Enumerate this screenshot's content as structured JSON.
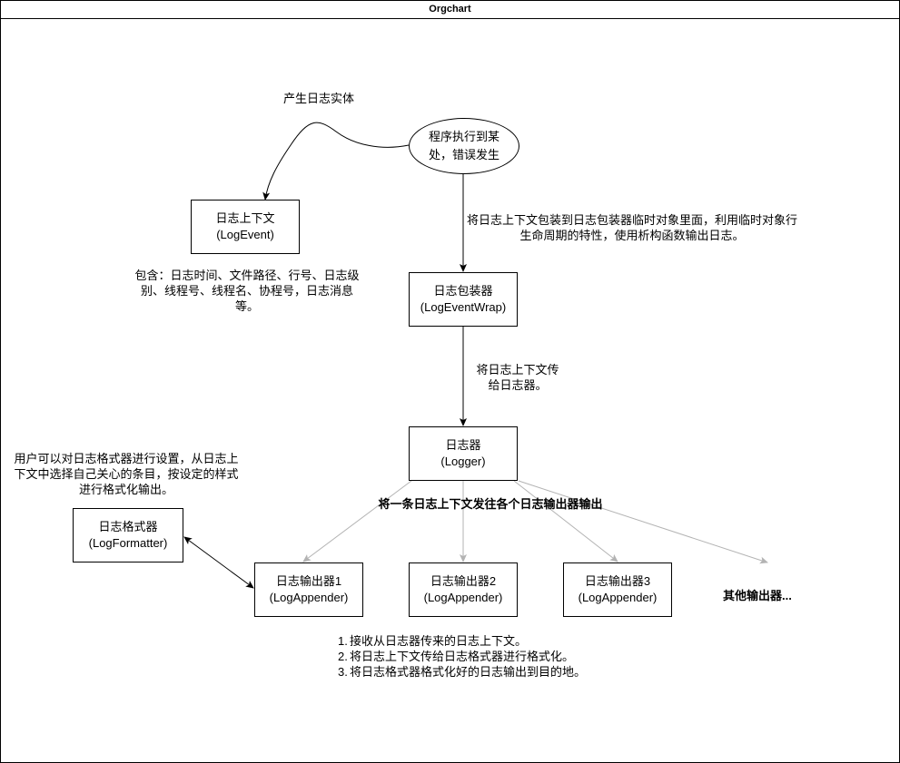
{
  "window": {
    "title": "Orgchart"
  },
  "nodes": {
    "trigger": {
      "text": "程序执行到某处，错误发生"
    },
    "log_event": {
      "line1": "日志上下文",
      "line2": "(LogEvent)"
    },
    "log_event_wrap": {
      "line1": "日志包装器",
      "line2": "(LogEventWrap)"
    },
    "logger": {
      "line1": "日志器",
      "line2": "(Logger)"
    },
    "log_formatter": {
      "line1": "日志格式器",
      "line2": "(LogFormatter)"
    },
    "appenders": [
      {
        "line1": "日志输出器1",
        "line2": "(LogAppender)"
      },
      {
        "line1": "日志输出器2",
        "line2": "(LogAppender)"
      },
      {
        "line1": "日志输出器3",
        "line2": "(LogAppender)"
      }
    ],
    "other_appenders": {
      "text": "其他输出器..."
    }
  },
  "labels": {
    "create_entity": "产生日志实体",
    "log_event_contents": "包含：日志时间、文件路径、行号、日志级别、线程号、线程名、协程号，日志消息等。",
    "wrap_description": "将日志上下文包装到日志包装器临时对象里面，利用临时对象行生命周期的特性，使用析构函数输出日志。",
    "pass_to_logger": "将日志上下文传给日志器。",
    "formatter_description": "用户可以对日志格式器进行设置，从日志上下文中选择自己关心的条目，按设定的样式进行格式化输出。",
    "dispatch_to_appenders": "将一条日志上下文发往各个日志输出器输出"
  },
  "appender_steps": [
    {
      "num": "1.",
      "text": "接收从日志器传来的日志上下文。"
    },
    {
      "num": "2.",
      "text": "将日志上下文传给日志格式器进行格式化。"
    },
    {
      "num": "3.",
      "text": "将日志格式器格式化好的日志输出到目的地。"
    }
  ],
  "colors": {
    "edge_primary": "#000000",
    "edge_dispatch": "#b3b3b3",
    "frame": "#000000"
  }
}
